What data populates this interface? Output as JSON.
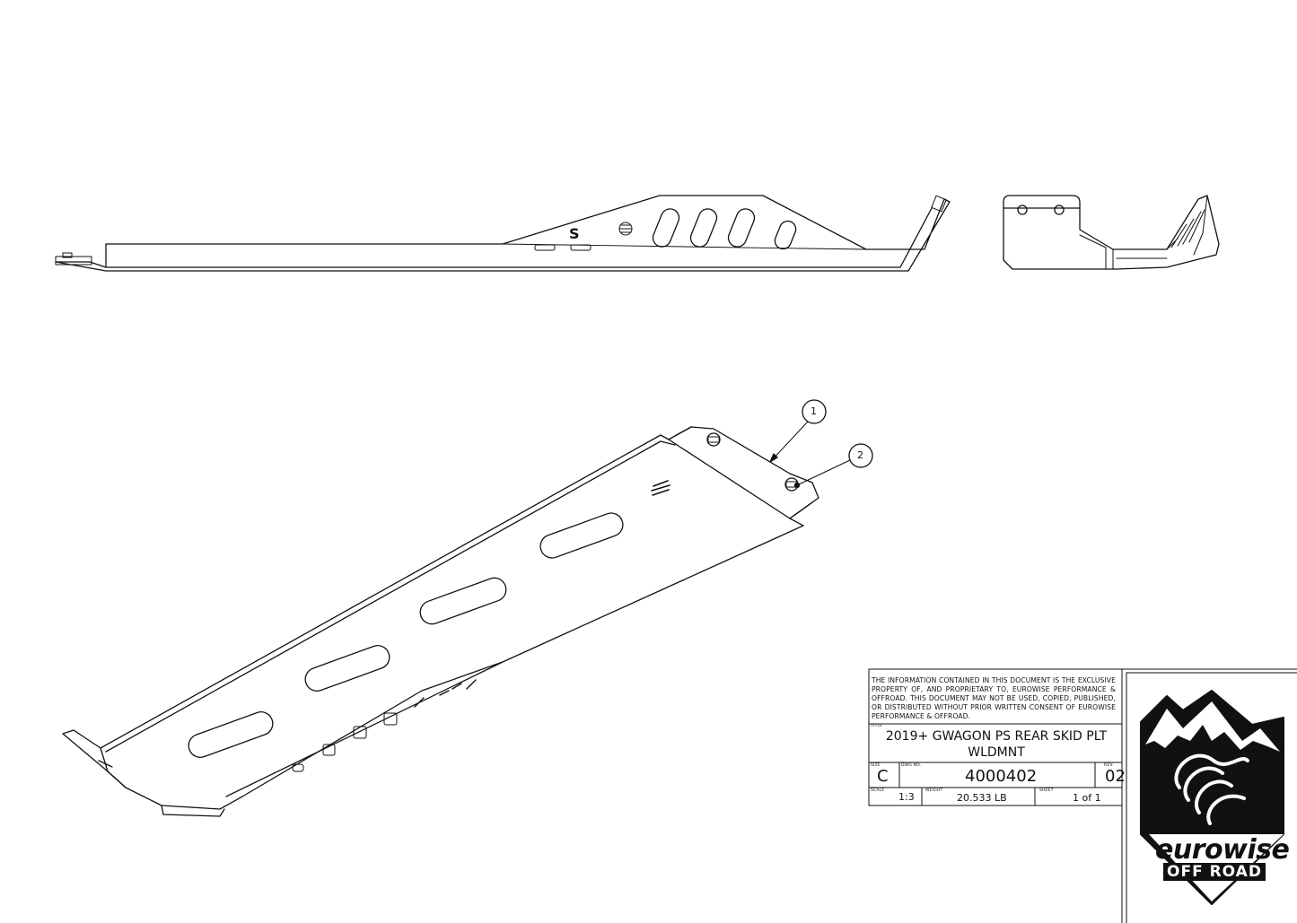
{
  "balloons": [
    "1",
    "2"
  ],
  "title_block": {
    "notice": "THE INFORMATION CONTAINED IN THIS DOCUMENT IS THE EXCLUSIVE PROPERTY OF, AND PROPRIETARY TO, EUROWISE PERFORMANCE & OFFROAD. THIS DOCUMENT MAY NOT BE USED, COPIED, PUBLISHED, OR DISTRIBUTED WITHOUT PRIOR WRITTEN CONSENT OF EUROWISE PERFORMANCE & OFFROAD.",
    "title_label": "TITLE",
    "title_line1": "2019+ GWAGON PS REAR SKID PLT",
    "title_line2": "WLDMNT",
    "size_label": "SIZE",
    "size": "C",
    "dwg_label": "DWG NO.",
    "dwg_no": "4000402",
    "rev_label": "REV.",
    "rev": "02",
    "scale_label": "SCALE",
    "scale": "1:3",
    "weight_label": "WEIGHT",
    "weight": "20.533 LB",
    "sheet_label": "SHEET",
    "sheet": "1 of 1"
  },
  "logo": {
    "brand": "eurowise",
    "sub": "OFF ROAD"
  },
  "icons": [
    "eurowise-logo-icon",
    "mountain-icon"
  ]
}
